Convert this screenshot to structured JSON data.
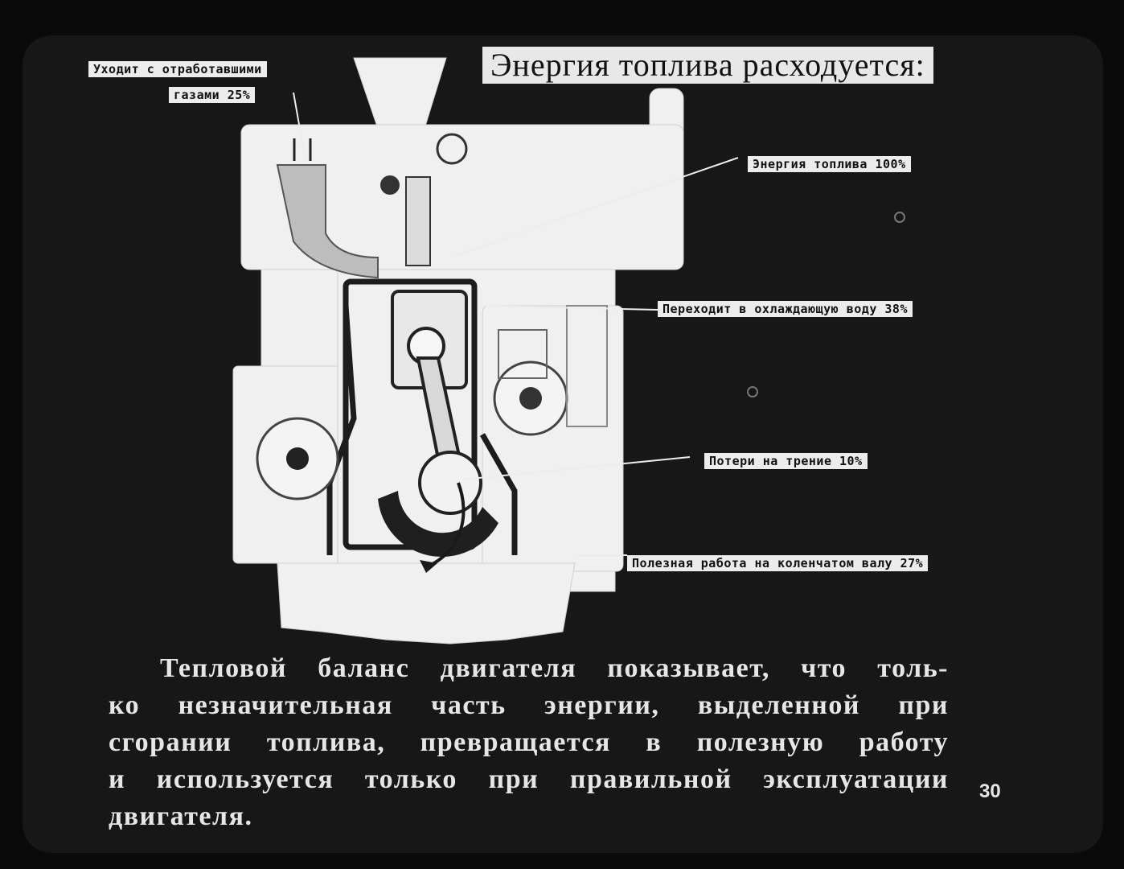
{
  "title": "Энергия топлива расходуется:",
  "labels": {
    "exhaust_line1": "Уходит с отработавшими",
    "exhaust_line2": "газами 25%",
    "fuel_energy": "Энергия топлива 100%",
    "cooling_water": "Переходит в охлаждающую воду 38%",
    "friction": "Потери на трение 10%",
    "useful_work": "Полезная работа на коленчатом валу 27%"
  },
  "body_lines": [
    "Тепловой баланс двигателя показывает, что толь-",
    "ко незначительная часть энергии, выделенной при",
    "сгорании топлива, превращается в полезную работу",
    "и используется только при правильной эксплуатации",
    "двигателя."
  ],
  "page_number": "30"
}
